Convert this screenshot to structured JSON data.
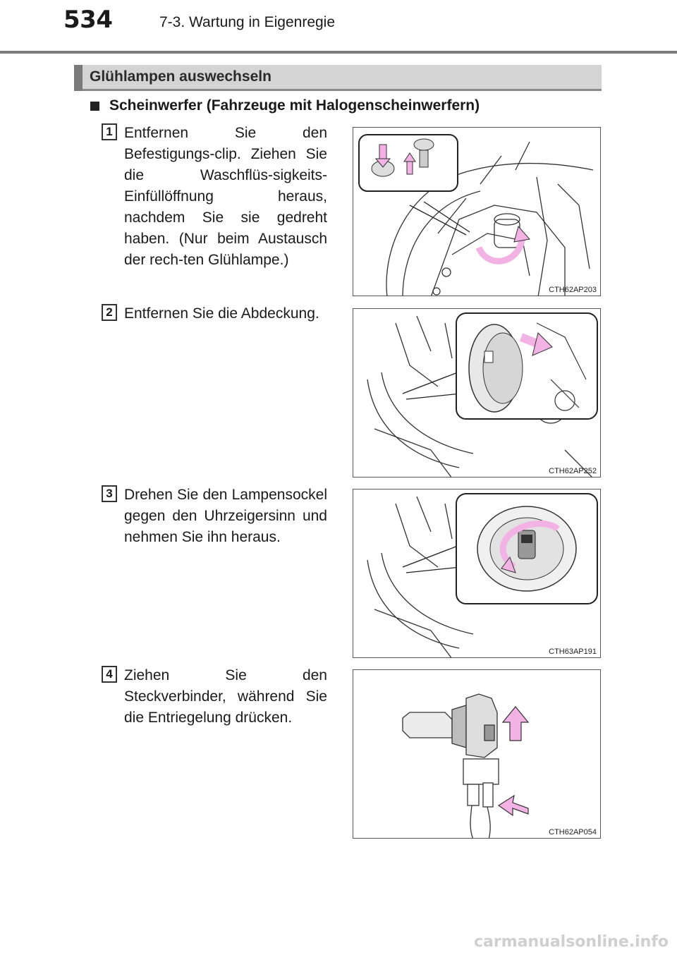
{
  "header": {
    "page_number": "534",
    "chapter": "7-3. Wartung in Eigenregie"
  },
  "section": {
    "title": "Glühlampen auswechseln"
  },
  "subheading": "Scheinwerfer (Fahrzeuge mit Halogenscheinwerfern)",
  "steps": [
    {
      "num": "1",
      "text": "Entfernen Sie den Befestigungs-clip. Ziehen Sie die Waschflüs-sigkeits-Einfüllöffnung heraus, nachdem Sie sie gedreht haben. (Nur beim Austausch der rech-ten Glühlampe.)",
      "figure_code": "CTH62AP203"
    },
    {
      "num": "2",
      "text": "Entfernen Sie die Abdeckung.",
      "figure_code": "CTH62AP252"
    },
    {
      "num": "3",
      "text": "Drehen Sie den Lampensockel gegen den Uhrzeigersinn und nehmen Sie ihn heraus.",
      "figure_code": "CTH63AP191"
    },
    {
      "num": "4",
      "text": "Ziehen Sie den Steckverbinder, während Sie die Entriegelung drücken.",
      "figure_code": "CTH62AP054"
    }
  ],
  "watermark": "carmanualsonline.info",
  "colors": {
    "accent_arrow": "#f2b3e4",
    "section_bar": "#d4d4d4",
    "rule": "#7b7b7b"
  }
}
